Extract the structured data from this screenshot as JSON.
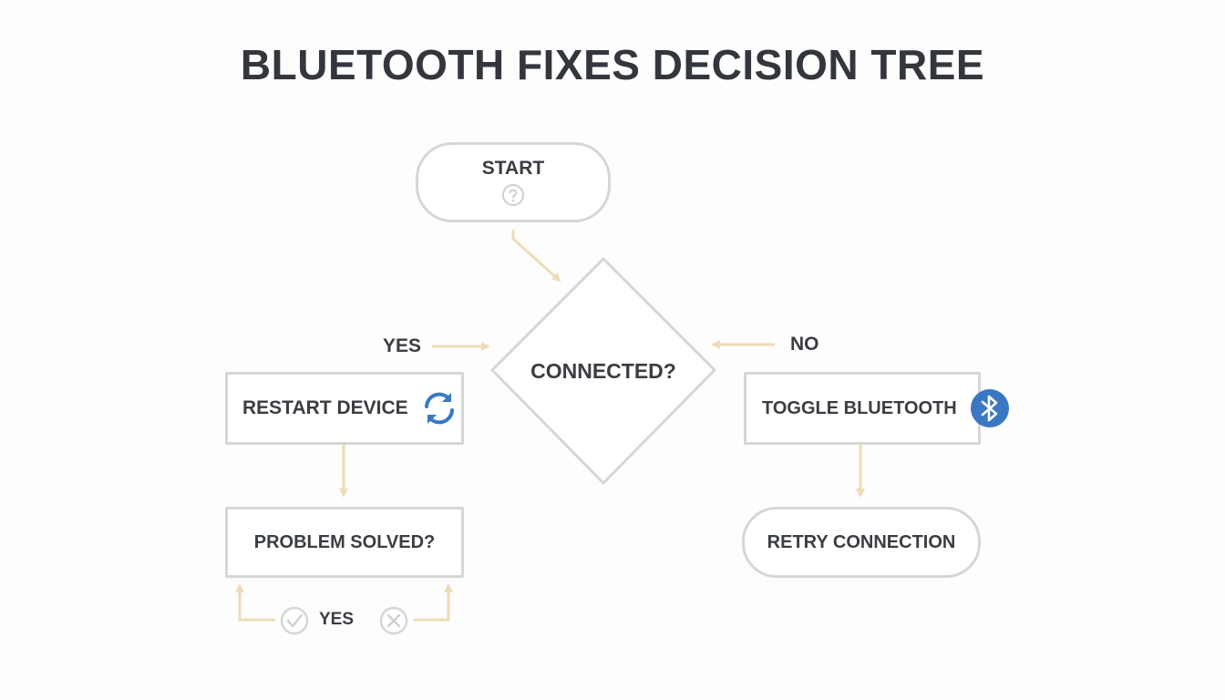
{
  "title": "BLUETOOTH FIXES DECISION TREE",
  "nodes": {
    "start": "START",
    "decision": "CONNECTED?",
    "restart": "RESTART DEVICE",
    "problem_solved": "PROBLEM SOLVED?",
    "toggle": "TOGGLE BLUETOOTH",
    "retry": "RETRY CONNECTION"
  },
  "edge_labels": {
    "yes_left": "YES",
    "no_right": "NO",
    "yes_bottom": "YES"
  },
  "icons": {
    "start": "question-circle-icon",
    "restart": "refresh-icon",
    "toggle": "bluetooth-icon",
    "yes": "check-circle-icon",
    "no": "x-circle-icon"
  },
  "colors": {
    "arrow": "#eddcb5",
    "border": "#d6d6d6",
    "accent_blue": "#3b78c4",
    "text": "#33373d"
  }
}
